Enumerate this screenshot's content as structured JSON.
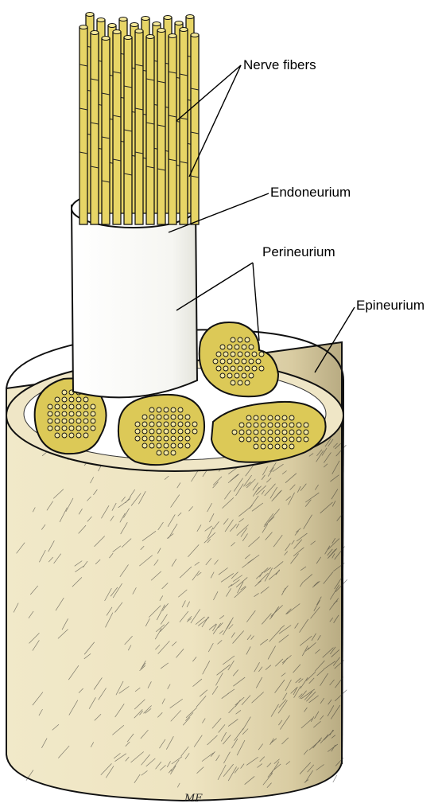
{
  "labels": {
    "nerve_fibers": "Nerve fibers",
    "endoneurium": "Endoneurium",
    "perineurium": "Perineurium",
    "epineurium": "Epineurium"
  },
  "signature": "MF",
  "colors": {
    "fiber_yellow": "#e7d566",
    "fascicle_yellow": "#dcc957",
    "epineurium_tan": "#efe6c6",
    "sheath_white": "#ffffff",
    "outline": "#111111"
  }
}
